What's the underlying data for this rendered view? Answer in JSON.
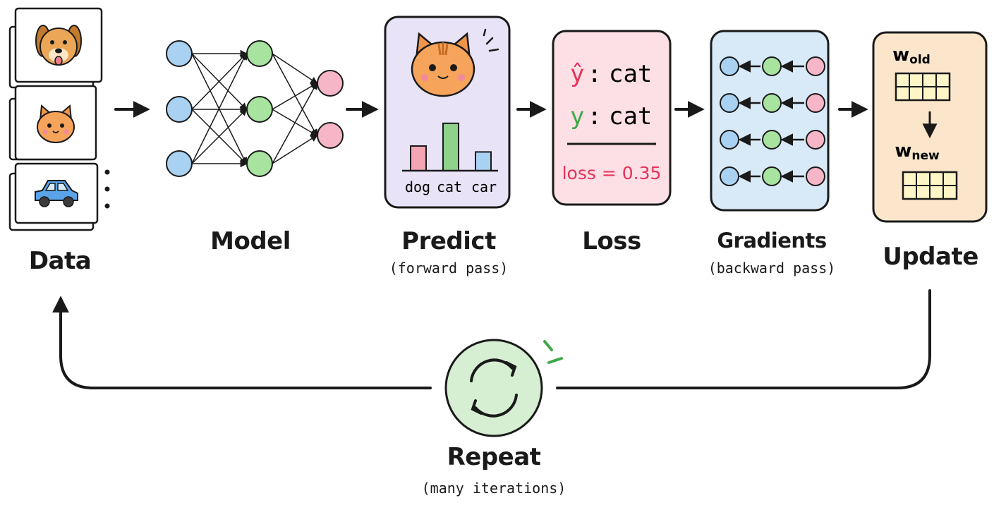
{
  "steps": {
    "data": {
      "label": "Data"
    },
    "model": {
      "label": "Model"
    },
    "predict": {
      "label": "Predict",
      "sublabel": "(forward pass)",
      "bar_labels": [
        "dog",
        "cat",
        "car"
      ],
      "bar_values": [
        0.25,
        0.48,
        0.19
      ],
      "bar_colors": [
        "#f3a5b5",
        "#8ed28c",
        "#a9d1f2"
      ]
    },
    "loss": {
      "label": "Loss",
      "y_hat": "ŷ",
      "y": "y",
      "sep": ":",
      "y_hat_value": "cat",
      "y_value": "cat",
      "loss_text": "loss = 0.35"
    },
    "gradients": {
      "label": "Gradients",
      "sublabel": "(backward pass)"
    },
    "update": {
      "label": "Update",
      "w": "w",
      "w_old_sub": "old",
      "w_new_sub": "new"
    },
    "repeat": {
      "label": "Repeat",
      "sublabel": "(many iterations)"
    }
  },
  "colors": {
    "input_node": "#a9d1f2",
    "hidden_node": "#a8e3a0",
    "output_node": "#f7b6c8",
    "predict_bg": "#e8e3f7",
    "loss_bg": "#fde0e5",
    "grad_bg": "#d8e9f8",
    "update_bg": "#fbe6cc",
    "repeat_bg": "#d6efd2",
    "accent_red": "#e8315a",
    "accent_green": "#3fa84a"
  },
  "icons": [
    "dog-icon",
    "cat-icon",
    "car-icon",
    "refresh-icon"
  ]
}
